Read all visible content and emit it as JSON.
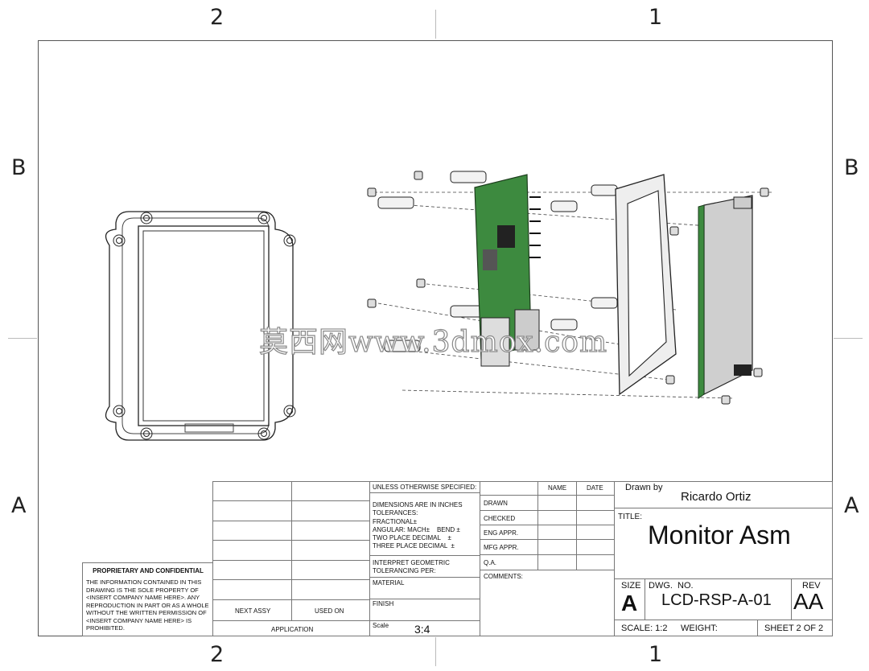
{
  "zones": {
    "top_left": "2",
    "top_right": "1",
    "bottom_left": "2",
    "bottom_right": "1",
    "left_upper": "B",
    "left_lower": "A",
    "right_upper": "B",
    "right_lower": "A"
  },
  "watermark": "莫西网www.3dmox.com",
  "title_block": {
    "unless": "UNLESS OTHERWISE SPECIFIED:",
    "dimensions": "DIMENSIONS ARE IN INCHES",
    "tolerances": "TOLERANCES:",
    "fractional": "FRACTIONAL±",
    "angular": "ANGULAR: MACH±    BEND ±",
    "two_place": "TWO PLACE DECIMAL    ±",
    "three_place": "THREE PLACE DECIMAL  ±",
    "interpret": "INTERPRET GEOMETRIC\nTOLERANCING PER:",
    "material": "MATERIAL",
    "finish": "FINISH",
    "scale_label": "Scale",
    "scale_value": "3:4",
    "name_header": "NAME",
    "date_header": "DATE",
    "rows": [
      "DRAWN",
      "CHECKED",
      "ENG APPR.",
      "MFG APPR.",
      "Q.A."
    ],
    "comments": "COMMENTS:",
    "drawn_by_label": "Drawn by",
    "drawn_by": "Ricardo Ortiz",
    "title_label": "TITLE:",
    "title": "Monitor Asm",
    "size_label": "SIZE",
    "size": "A",
    "dwg_no_label": "DWG.  NO.",
    "dwg_no": "LCD-RSP-A-01",
    "rev_label": "REV",
    "rev": "AA",
    "scale_footer": "SCALE: 1:2",
    "weight": "WEIGHT:",
    "sheet": "SHEET 2 OF 2",
    "next_assy": "NEXT ASSY",
    "used_on": "USED ON",
    "application": "APPLICATION",
    "proprietary_title": "PROPRIETARY AND CONFIDENTIAL",
    "proprietary_text": "THE INFORMATION CONTAINED IN THIS DRAWING IS THE SOLE PROPERTY OF <INSERT COMPANY NAME HERE>.  ANY REPRODUCTION IN PART OR AS A WHOLE WITHOUT THE WRITTEN PERMISSION OF <INSERT COMPANY NAME HERE> IS PROHIBITED."
  }
}
